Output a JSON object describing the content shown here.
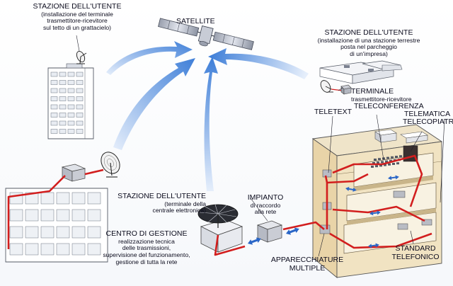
{
  "satellite": {
    "label": "SATELLITE"
  },
  "station_rooftop": {
    "title": "STAZIONE DELL'UTENTE",
    "caption_lines": [
      "(installazione del terminale",
      "trasmettitore-ricevitore",
      "sul tetto di un grattacielo)"
    ]
  },
  "station_parking": {
    "title": "STAZIONE DELL'UTENTE",
    "caption_lines": [
      "(installazione di una stazione terrestre",
      "posta nel parcheggio",
      "di un'impresa)"
    ]
  },
  "terminal": {
    "lines": [
      "TERMINALE",
      "trasmettitore-ricevitore"
    ]
  },
  "station_central": {
    "title": "STAZIONE DELL'UTENTE",
    "caption_lines": [
      "(terminale della",
      "centrale elettronica)"
    ]
  },
  "network_link": {
    "title": "IMPIANTO",
    "caption_lines": [
      "di raccordo",
      "alla rete"
    ]
  },
  "management_center": {
    "title": "CENTRO DI GESTIONE",
    "caption_lines": [
      "realizzazione tecnica",
      "delle trasmissioni,",
      "supervisione del funzionamento,",
      "gestione di tutta la rete"
    ]
  },
  "services": {
    "teletext": "TELETEXT",
    "teleconference": "TELECONFERENZA",
    "telematics": "TELEMATICA",
    "telefax": "TELECOPIATRICE"
  },
  "equipment": {
    "lines": [
      "APPARECCHIATURE",
      "MULTIPLE"
    ]
  },
  "standard_phone": {
    "lines": [
      "STANDARD",
      "TELEFONICO"
    ]
  },
  "colors": {
    "link_red": "#d21e1e",
    "beam_blue": "#3f7fd8",
    "beam_light": "#a9c8f0",
    "building_fill": "#ffffff",
    "cutaway_tan": "#e9d4a8",
    "equipment_gray": "#b9bcc4",
    "arrow_blue": "#2a66c7"
  }
}
